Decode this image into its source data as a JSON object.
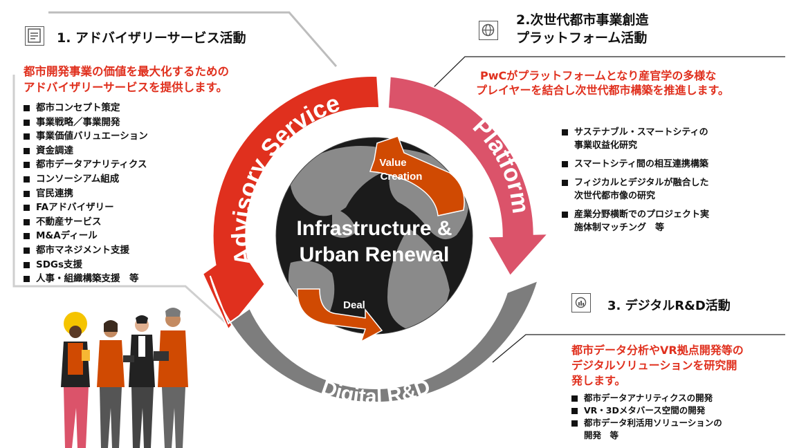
{
  "advisory": {
    "heading": "1. アドバイザリーサービス活動",
    "lead_line1": "都市開発事業の価値を最大化するための",
    "lead_line2": "アドバイザリーサービスを提供します。",
    "items": [
      "都市コンセプト策定",
      "事業戦略／事業開発",
      "事業価値バリュエーション",
      "資金調達",
      "都市データアナリティクス",
      "コンソーシアム組成",
      "官民連携",
      "FAアドバイザリー",
      "不動産サービス",
      "M&Aディール",
      "都市マネジメント支援",
      "SDGs支援",
      "人事・組織構築支援　等"
    ]
  },
  "platform": {
    "heading_line1": "2.次世代都市事業創造",
    "heading_line2": "プラットフォーム活動",
    "lead_line1": "PwCがプラットフォームとなり産官学の多様な",
    "lead_line2": "プレイヤーを結合し次世代都市構築を推進します。",
    "items": [
      {
        "line1": "サステナブル・スマートシティの",
        "line2": "事業収益化研究"
      },
      {
        "line1": "スマートシティ間の相互連携構築",
        "line2": ""
      },
      {
        "line1": "フィジカルとデジタルが融合した",
        "line2": "次世代都市像の研究"
      },
      {
        "line1": "産業分野横断でのプロジェクト実",
        "line2": "施体制マッチング　等"
      }
    ]
  },
  "digital": {
    "heading": "3. デジタルR&D活動",
    "lead_line1": "都市データ分析やVR拠点開発等の",
    "lead_line2": "デジタルソリューションを研究開",
    "lead_line3": "発します。",
    "items": [
      {
        "line1": "都市データアナリティクスの開発",
        "line2": ""
      },
      {
        "line1": "VR・3Dメタバース空間の開発",
        "line2": ""
      },
      {
        "line1": "都市データ利活用ソリューションの",
        "line2": "開発　等"
      }
    ]
  },
  "cycle": {
    "advisory_label": "Advisory Service",
    "platform_label": "Platform",
    "digital_label": "Digital R&D",
    "center_line1": "Infrastructure &",
    "center_line2": "Urban Renewal",
    "value_line1": "Value",
    "value_line2": "Creation",
    "deal_label": "Deal"
  },
  "colors": {
    "advisory_red": "#e0301e",
    "platform_pink": "#db536a",
    "digital_grey": "#7d7d7d",
    "arrow_orange": "#d04a02",
    "lead_text_red": "#e0301e"
  },
  "icons": [
    "document-icon",
    "globe-icon",
    "chart-icon"
  ]
}
